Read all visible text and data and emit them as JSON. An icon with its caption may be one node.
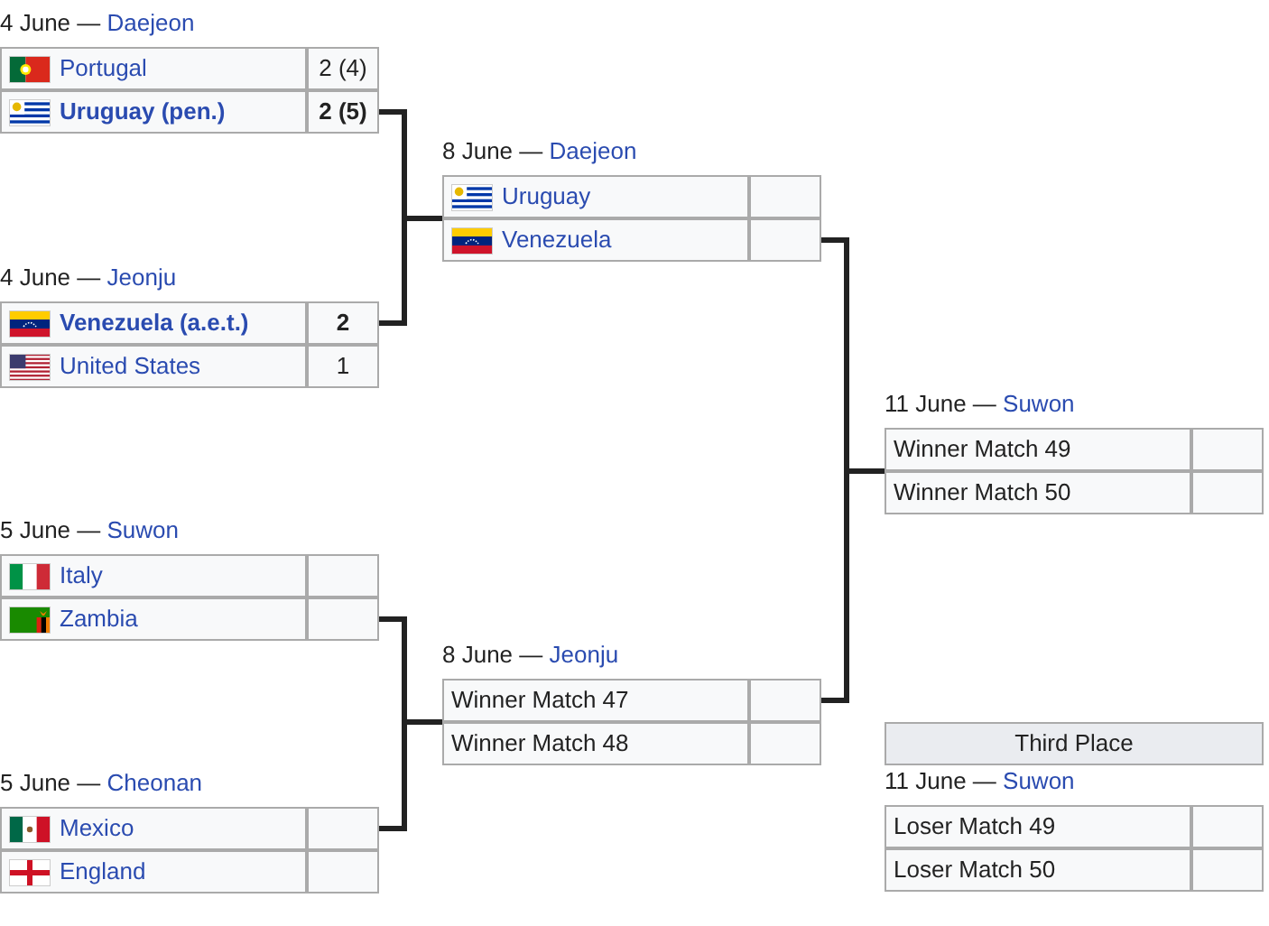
{
  "diagram": {
    "nodes": [
      {
        "text": [
          "4 June — Daejeon"
        ]
      },
      {
        "text": [
          "Portugal",
          "2 (4)"
        ],
        "in": 0
      },
      {
        "text": [
          "Uruguay (pen.)",
          "2 (5)"
        ],
        "in": 0
      },
      {
        "text": [
          "4 June — Jeonju"
        ]
      },
      {
        "text": [
          "Venezuela (a.e.t.)",
          "2"
        ],
        "in": 3
      },
      {
        "text": [
          "United States",
          "1"
        ],
        "in": 3
      },
      {
        "text": [
          "5 June — Suwon"
        ]
      },
      {
        "text": [
          "Italy"
        ],
        "in": 6
      },
      {
        "text": [
          "Zambia"
        ],
        "in": 6
      },
      {
        "text": [
          "5 June — Cheonan"
        ]
      },
      {
        "text": [
          "Mexico"
        ],
        "in": 9
      },
      {
        "text": [
          "England"
        ],
        "in": 9
      },
      {
        "text": [
          "8 June — Daejeon"
        ]
      },
      {
        "text": [
          "Uruguay"
        ],
        "in": 12
      },
      {
        "text": [
          "Venezuela"
        ],
        "in": 12
      },
      {
        "text": [
          "8 June — Jeonju"
        ]
      },
      {
        "text": [
          "Winner Match 47"
        ],
        "in": 15
      },
      {
        "text": [
          "Winner Match 48"
        ],
        "in": 15
      },
      {
        "text": [
          "11 June — Suwon"
        ]
      },
      {
        "text": [
          "Winner Match 49"
        ],
        "in": 18
      },
      {
        "text": [
          "Winner Match 50"
        ],
        "in": 18
      },
      {
        "text": [
          "Third Place"
        ]
      },
      {
        "text": [
          "11 June — Suwon"
        ]
      },
      {
        "text": [
          "Loser Match 49"
        ],
        "in": 22
      },
      {
        "text": [
          "Loser Match 50"
        ],
        "in": 22
      }
    ],
    "edges": [
      {
        "from": 0,
        "to": 12,
        "arrow": "none"
      },
      {
        "from": 3,
        "to": 12,
        "arrow": "none"
      },
      {
        "from": 6,
        "to": 15,
        "arrow": "none"
      },
      {
        "from": 9,
        "to": 15,
        "arrow": "none"
      },
      {
        "from": 12,
        "to": 18,
        "arrow": "none"
      },
      {
        "from": 15,
        "to": 18,
        "arrow": "none"
      }
    ]
  }
}
